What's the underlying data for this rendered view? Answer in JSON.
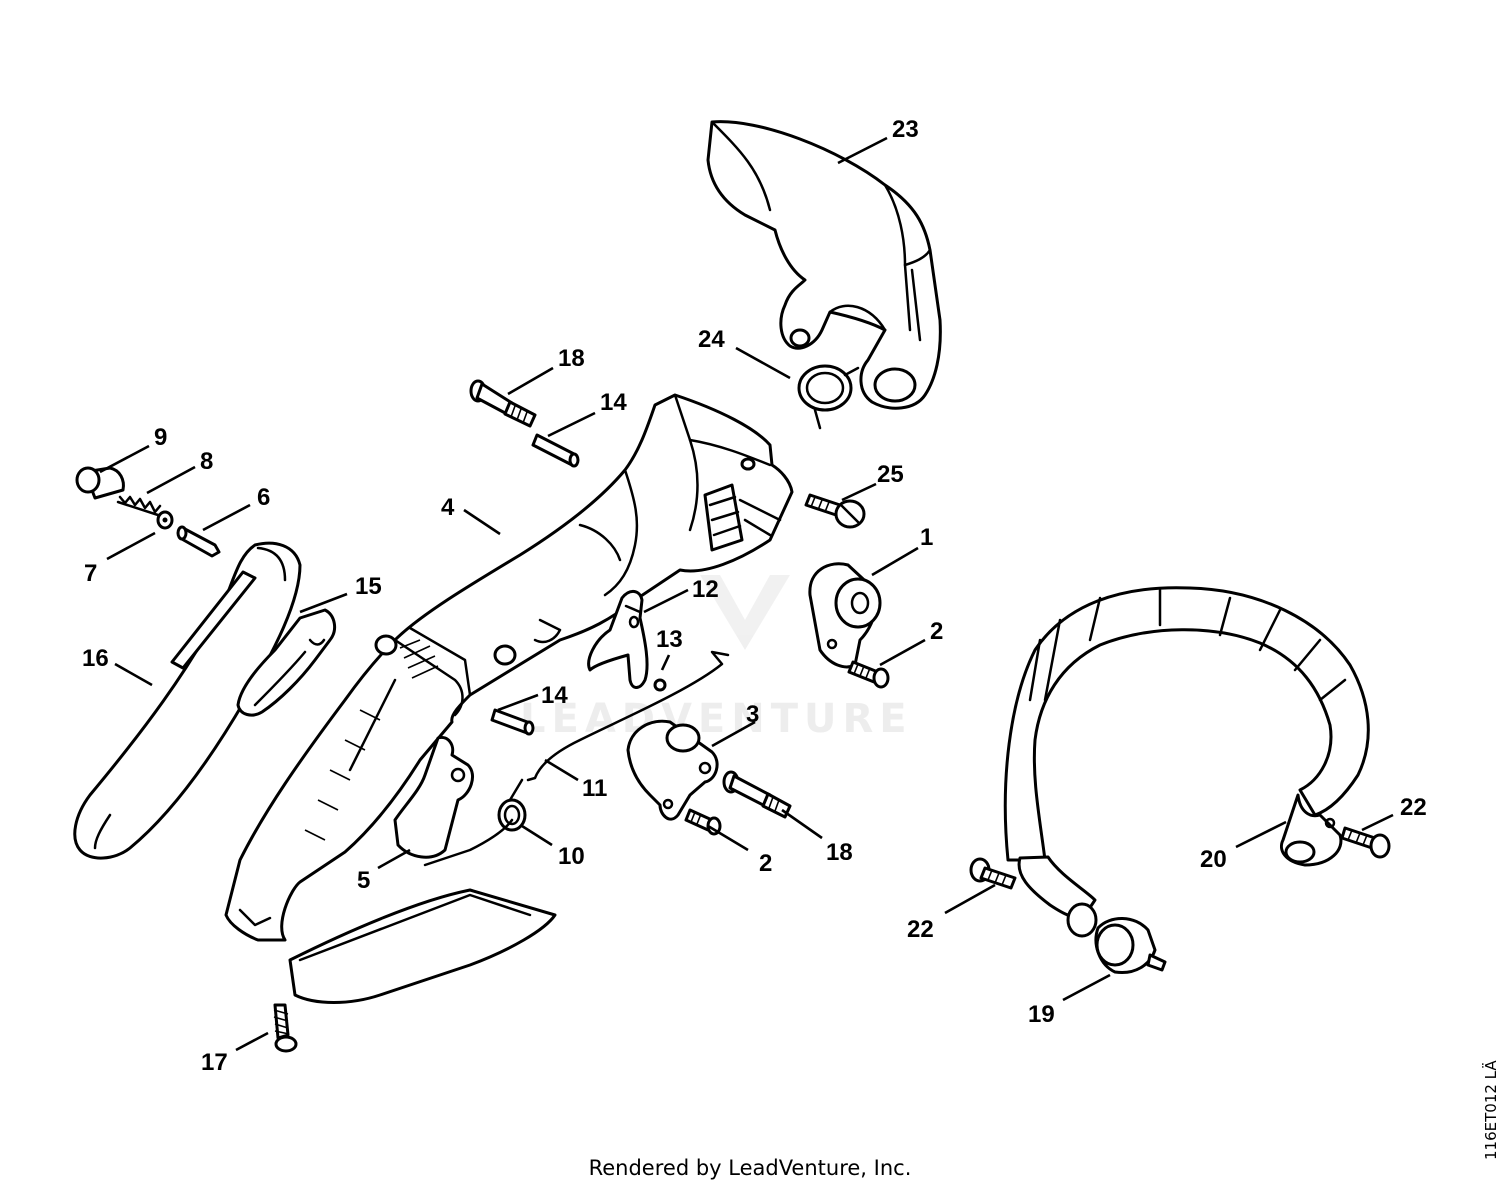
{
  "diagram": {
    "watermark": "LEADVENTURE",
    "footer": "Rendered by LeadVenture, Inc.",
    "drawing_code": "116ET012 LÄ",
    "callouts": [
      {
        "id": "c23",
        "label": "23"
      },
      {
        "id": "c24",
        "label": "24"
      },
      {
        "id": "c18a",
        "label": "18"
      },
      {
        "id": "c14a",
        "label": "14"
      },
      {
        "id": "c9",
        "label": "9"
      },
      {
        "id": "c8",
        "label": "8"
      },
      {
        "id": "c6",
        "label": "6"
      },
      {
        "id": "c7",
        "label": "7"
      },
      {
        "id": "c4",
        "label": "4"
      },
      {
        "id": "c25",
        "label": "25"
      },
      {
        "id": "c1",
        "label": "1"
      },
      {
        "id": "c15",
        "label": "15"
      },
      {
        "id": "c12",
        "label": "12"
      },
      {
        "id": "c13",
        "label": "13"
      },
      {
        "id": "c2a",
        "label": "2"
      },
      {
        "id": "c16",
        "label": "16"
      },
      {
        "id": "c14b",
        "label": "14"
      },
      {
        "id": "c3",
        "label": "3"
      },
      {
        "id": "c11",
        "label": "11"
      },
      {
        "id": "c22a",
        "label": "22"
      },
      {
        "id": "c10",
        "label": "10"
      },
      {
        "id": "c18b",
        "label": "18"
      },
      {
        "id": "c2b",
        "label": "2"
      },
      {
        "id": "c20",
        "label": "20"
      },
      {
        "id": "c5",
        "label": "5"
      },
      {
        "id": "c22b",
        "label": "22"
      },
      {
        "id": "c19",
        "label": "19"
      },
      {
        "id": "c17",
        "label": "17"
      }
    ]
  }
}
